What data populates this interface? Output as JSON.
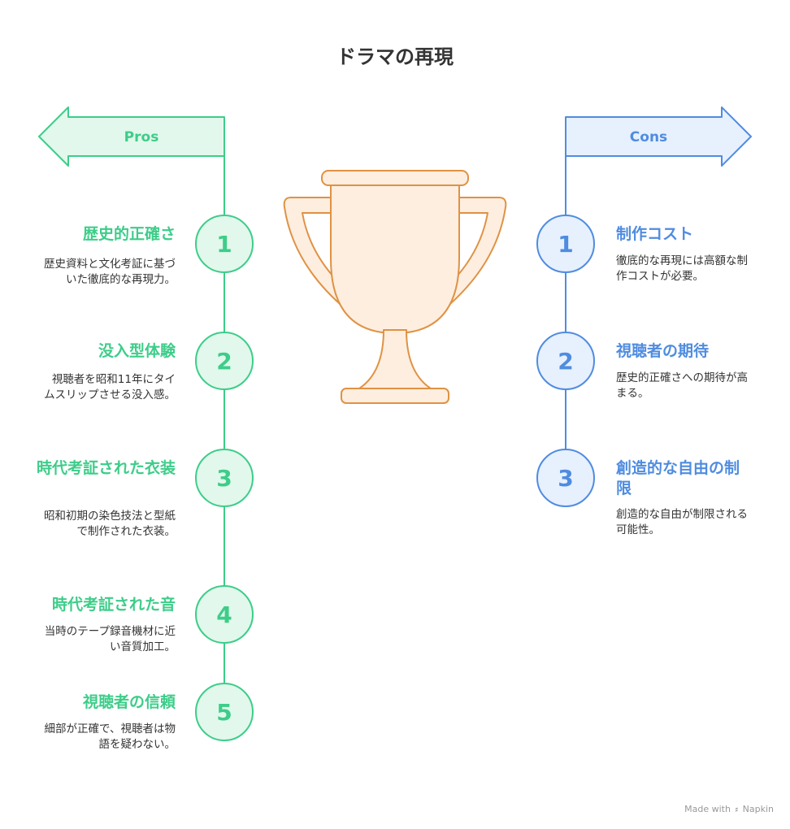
{
  "title": "ドラマの再現",
  "pros": {
    "label": "Pros",
    "items": [
      {
        "number": "1",
        "heading": "歴史的正確さ",
        "desc": "歴史資料と文化考証に基づいた徹底的な再現力。"
      },
      {
        "number": "2",
        "heading": "没入型体験",
        "desc": "視聴者を昭和11年にタイムスリップさせる没入感。"
      },
      {
        "number": "3",
        "heading": "時代考証された衣装",
        "desc": "昭和初期の染色技法と型紙で制作された衣装。"
      },
      {
        "number": "4",
        "heading": "時代考証された音",
        "desc": "当時のテープ録音機材に近い音質加工。"
      },
      {
        "number": "5",
        "heading": "視聴者の信頼",
        "desc": "細部が正確で、視聴者は物語を疑わない。"
      }
    ]
  },
  "cons": {
    "label": "Cons",
    "items": [
      {
        "number": "1",
        "heading": "制作コスト",
        "desc": "徹底的な再現には高額な制作コストが必要。"
      },
      {
        "number": "2",
        "heading": "視聴者の期待",
        "desc": "歴史的正確さへの期待が高まる。"
      },
      {
        "number": "3",
        "heading": "創造的な自由の制限",
        "desc": "創造的な自由が制限される可能性。"
      }
    ]
  },
  "footer": {
    "made_with": "Made with",
    "brand": "Napkin"
  },
  "colors": {
    "pro": "#3dcd89",
    "pro_fill": "#e2f8ec",
    "con": "#4f8ce0",
    "con_fill": "#e7f0fd",
    "trophy_stroke": "#e09243",
    "trophy_fill": "#fdeee0"
  },
  "icons": {
    "center": "trophy-icon",
    "footer": "napkin-logo-icon"
  }
}
